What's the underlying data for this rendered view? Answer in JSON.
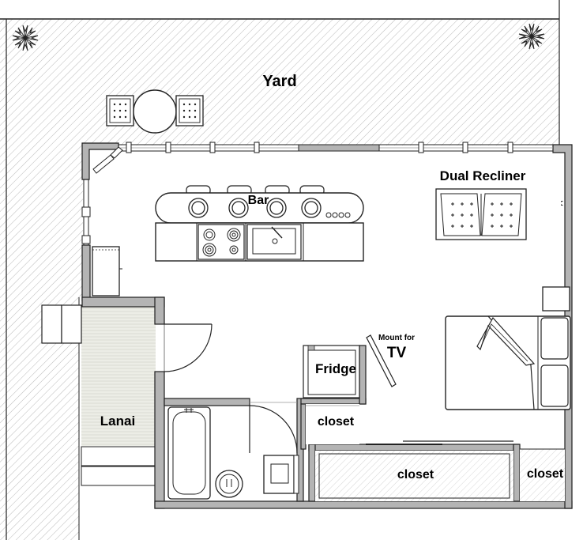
{
  "labels": {
    "yard": "Yard",
    "bar": "Bar",
    "dual_recliner": "Dual Recliner",
    "mount_for": "Mount for",
    "tv": "TV",
    "fridge": "Fridge",
    "lanai": "Lanai",
    "closet_small": "closet",
    "closet_long": "closet",
    "closet_right": "closet"
  },
  "colors": {
    "wall_fill": "#b4b4b4",
    "wall_stroke": "#1e1e1e",
    "hatch_line": "#b9b9b9",
    "lanai_fill": "#ecede6",
    "line": "#222222"
  },
  "icons": [
    "palm-plant-icon",
    "patio-table-icon",
    "stove-icon",
    "sink-icon",
    "bathtub-icon",
    "toilet-icon",
    "bed-icon",
    "recliner-icon"
  ]
}
